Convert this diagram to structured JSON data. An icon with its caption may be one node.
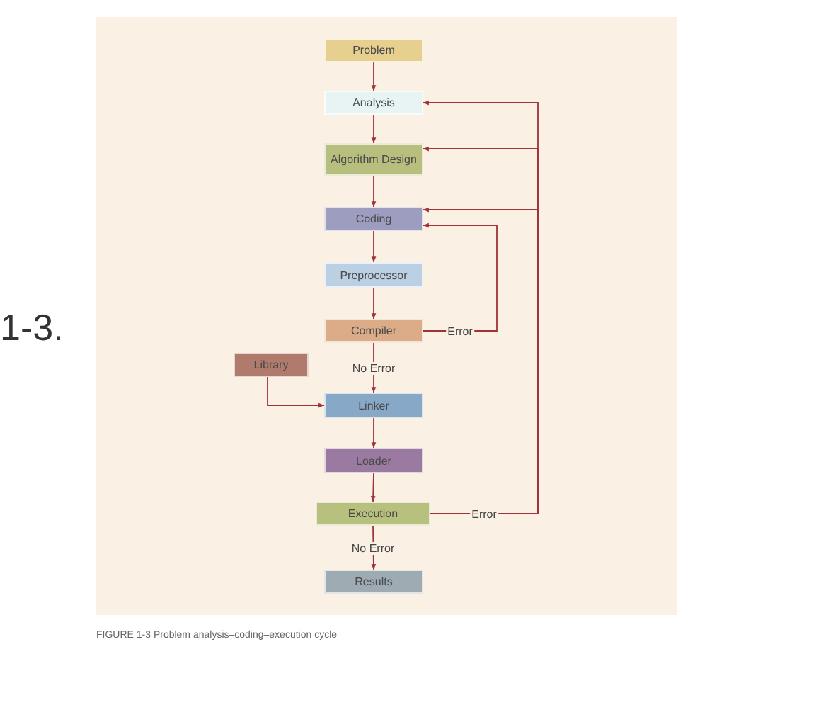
{
  "diagram": {
    "caption": "FIGURE 1-3 Problem analysis–coding–execution cycle",
    "nodes": [
      {
        "text": [
          "Problem"
        ]
      },
      {
        "text": [
          "Analysis"
        ]
      },
      {
        "text": [
          "Algorithm Design"
        ]
      },
      {
        "text": [
          "Coding"
        ]
      },
      {
        "text": [
          "Preprocessor"
        ]
      },
      {
        "text": [
          "Compiler"
        ]
      },
      {
        "text": [
          "Library"
        ]
      },
      {
        "text": [
          "Linker"
        ]
      },
      {
        "text": [
          "Loader"
        ]
      },
      {
        "text": [
          "Execution"
        ]
      },
      {
        "text": [
          "Results"
        ]
      }
    ],
    "edges": [
      {
        "from": 0,
        "to": 1,
        "arrow": "to"
      },
      {
        "from": 1,
        "to": 2,
        "arrow": "to"
      },
      {
        "from": 2,
        "to": 3,
        "arrow": "to"
      },
      {
        "from": 3,
        "to": 4,
        "arrow": "to"
      },
      {
        "from": 4,
        "to": 5,
        "arrow": "to"
      },
      {
        "from": 5,
        "to": 3,
        "arrow": "to",
        "label": "Error"
      },
      {
        "from": 5,
        "to": 7,
        "arrow": "to",
        "label": "No Error"
      },
      {
        "from": 6,
        "to": 7,
        "arrow": "to"
      },
      {
        "from": 7,
        "to": 8,
        "arrow": "to"
      },
      {
        "from": 8,
        "to": 9,
        "arrow": "to"
      },
      {
        "from": 9,
        "to": 10,
        "arrow": "to",
        "label": "No Error"
      },
      {
        "from": 9,
        "to": 1,
        "arrow": "to",
        "label": "Error"
      },
      {
        "from": 9,
        "to": 2,
        "arrow": "to"
      },
      {
        "from": 9,
        "to": 3,
        "arrow": "to"
      }
    ],
    "labels": [
      "1-3."
    ]
  }
}
